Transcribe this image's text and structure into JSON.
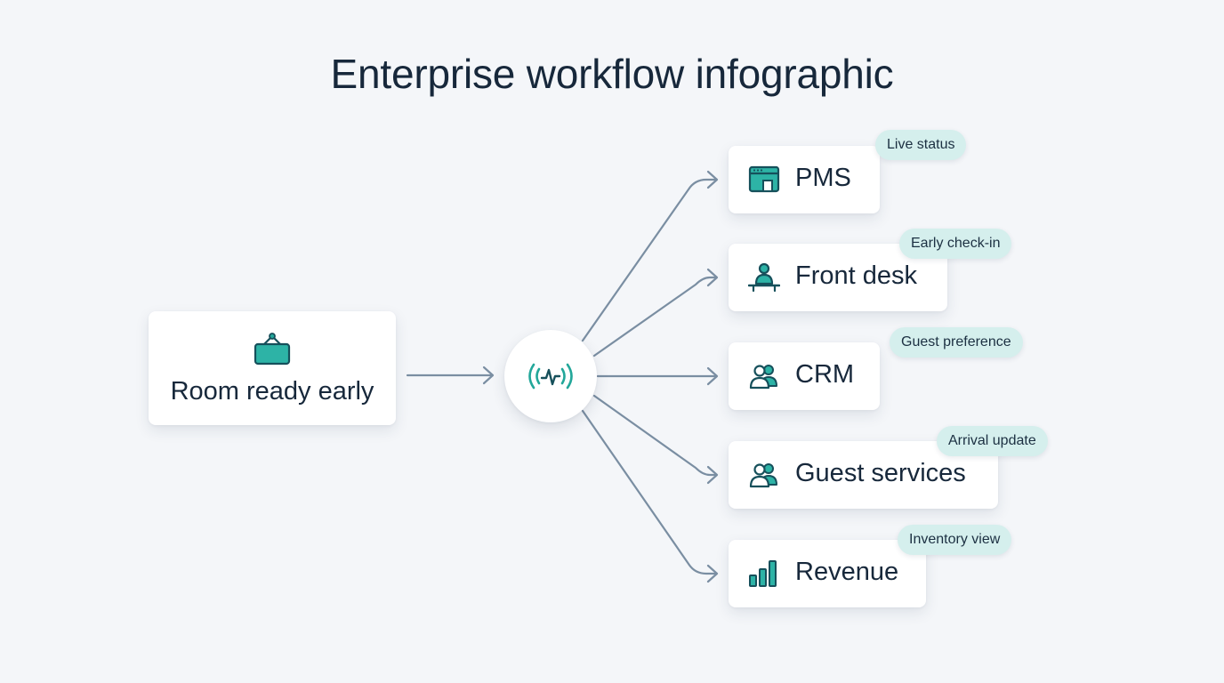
{
  "title": "Enterprise workflow infographic",
  "colors": {
    "accent": "#23a79a",
    "accent_dark": "#16505b",
    "connector": "#7a8ea2",
    "badge_bg": "#d5efed",
    "text": "#17283b",
    "background": "#f4f6f9"
  },
  "source": {
    "label": "Room ready early",
    "icon": "hanging-sign-icon"
  },
  "hub": {
    "icon": "signal-pulse-icon"
  },
  "targets": [
    {
      "label": "PMS",
      "badge": "Live status",
      "icon": "browser-window-icon"
    },
    {
      "label": "Front desk",
      "badge": "Early check-in",
      "icon": "front-desk-agent-icon"
    },
    {
      "label": "CRM",
      "badge": "Guest preference",
      "icon": "users-icon"
    },
    {
      "label": "Guest services",
      "badge": "Arrival update",
      "icon": "users-icon"
    },
    {
      "label": "Revenue",
      "badge": "Inventory view",
      "icon": "bar-chart-icon"
    }
  ]
}
